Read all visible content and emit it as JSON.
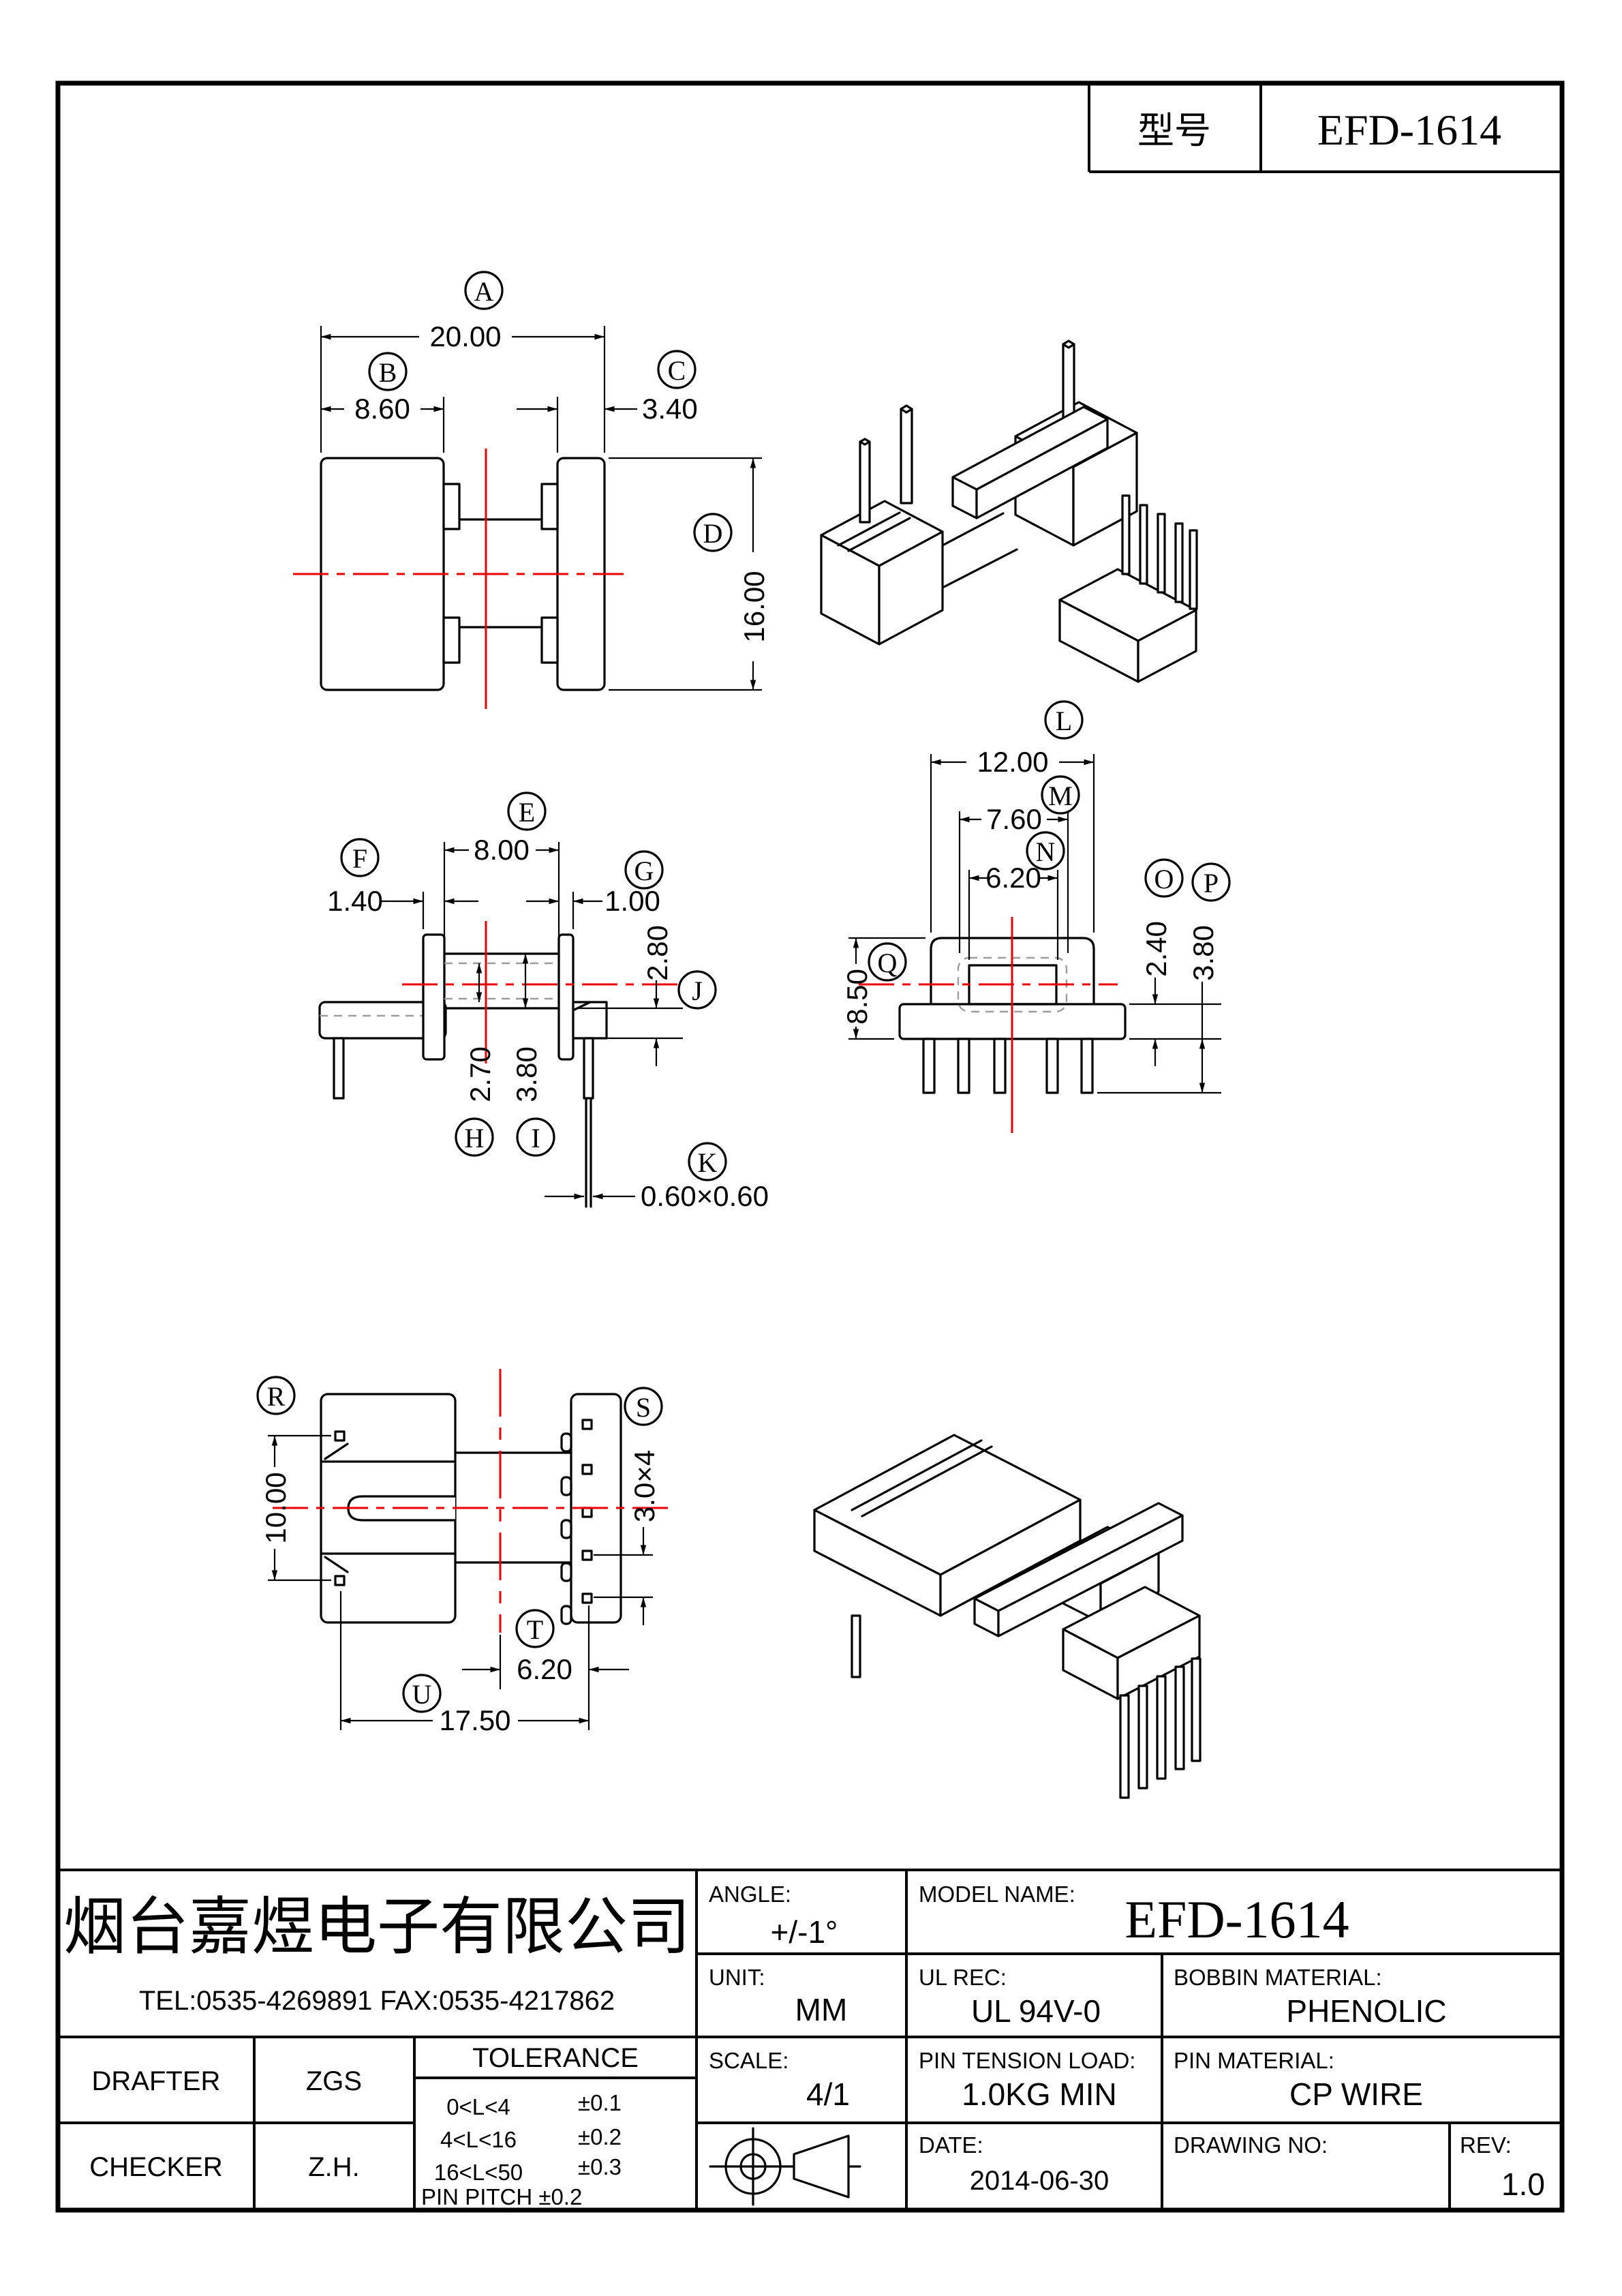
{
  "header": {
    "model_label": "型号",
    "model_value": "EFD-1614"
  },
  "views": {
    "top_view": {
      "balloons": [
        "A",
        "B",
        "C",
        "D"
      ],
      "dims": {
        "A": "20.00",
        "B": "8.60",
        "C": "3.40",
        "D": "16.00"
      }
    },
    "side_view": {
      "balloons": [
        "E",
        "F",
        "G",
        "H",
        "I",
        "J",
        "K"
      ],
      "dims": {
        "E": "8.00",
        "F": "1.40",
        "G": "1.00",
        "H": "2.70",
        "I": "3.80",
        "J": "2.80",
        "K": "0.60×0.60"
      }
    },
    "front_view": {
      "balloons": [
        "L",
        "M",
        "N",
        "O",
        "P",
        "Q"
      ],
      "dims": {
        "L": "12.00",
        "M": "7.60",
        "N": "6.20",
        "O": "2.40",
        "P": "3.80",
        "Q": "8.50"
      }
    },
    "bottom_view": {
      "balloons": [
        "R",
        "S",
        "T",
        "U"
      ],
      "dims": {
        "R": "10.00",
        "S": "3.0×4",
        "T": "6.20",
        "U": "17.50"
      }
    }
  },
  "title_block": {
    "company": "烟台嘉煜电子有限公司",
    "contact": "TEL:0535-4269891  FAX:0535-4217862",
    "drafter_label": "DRAFTER",
    "drafter_value": "ZGS",
    "checker_label": "CHECKER",
    "checker_value": "Z.H.",
    "tolerance": {
      "title": "TOLERANCE",
      "rows": [
        {
          "range": "0<L<4",
          "tol": "±0.1"
        },
        {
          "range": "4<L<16",
          "tol": "±0.2"
        },
        {
          "range": "16<L<50",
          "tol": "±0.3"
        }
      ],
      "pin_pitch": "PIN PITCH ±0.2"
    },
    "angle_label": "ANGLE:",
    "angle_value": "+/-1°",
    "unit_label": "UNIT:",
    "unit_value": "MM",
    "scale_label": "SCALE:",
    "scale_value": "4/1",
    "model_name_label": "MODEL NAME:",
    "model_name_value": "EFD-1614",
    "ul_label": "UL REC:",
    "ul_value": "UL 94V-0",
    "pin_tension_label": "PIN TENSION LOAD:",
    "pin_tension_value": "1.0KG MIN",
    "date_label": "DATE:",
    "date_value": "2014-06-30",
    "bobbin_label": "BOBBIN MATERIAL:",
    "bobbin_value": "PHENOLIC",
    "pin_material_label": "PIN MATERIAL:",
    "pin_material_value": "CP WIRE",
    "drawing_no_label": "DRAWING NO:",
    "rev_label": "REV:",
    "rev_value": "1.0"
  },
  "colors": {
    "line": "#000000",
    "centerline": "#e80000",
    "hidden": "#9c9c9c"
  }
}
